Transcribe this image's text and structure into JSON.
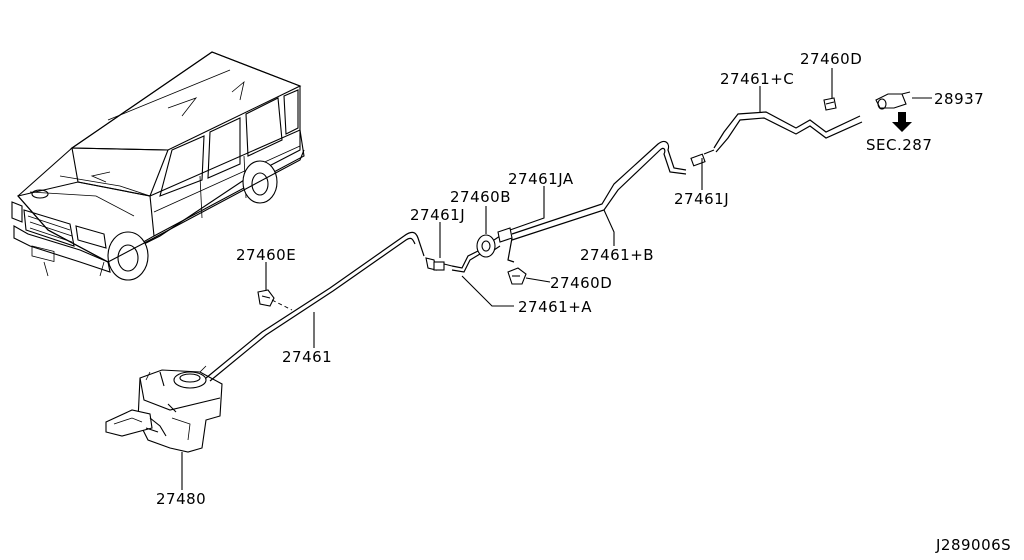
{
  "labels": {
    "p27461C": "27461+C",
    "p27460D_top": "27460D",
    "p28937": "28937",
    "sec287": "SEC.287",
    "p27461J_right": "27461J",
    "p27461JA": "27461JA",
    "p27460B": "27460B",
    "p27461J_left": "27461J",
    "p27461B": "27461+B",
    "p27460D_mid": "27460D",
    "p27461A": "27461+A",
    "p27460E": "27460E",
    "p27461": "27461",
    "p27480": "27480",
    "diagram_code": "J289006S"
  },
  "icons": {
    "vehicle": "suv-illustration",
    "tank": "washer-tank",
    "arrow": "down-arrow-icon"
  }
}
